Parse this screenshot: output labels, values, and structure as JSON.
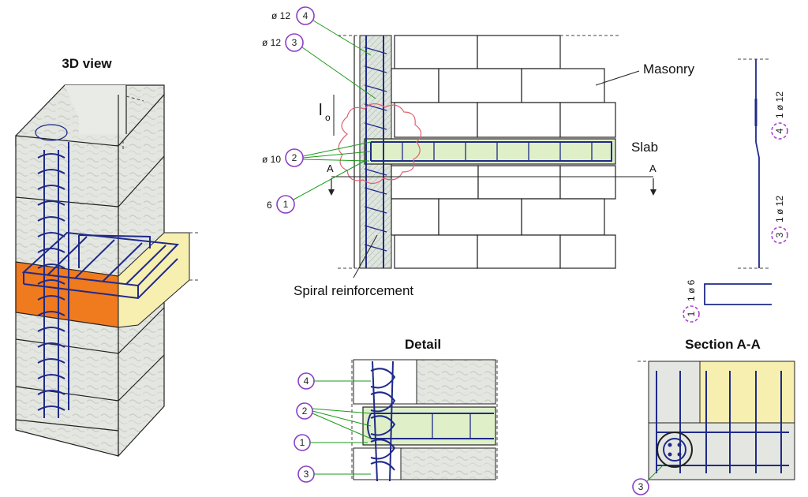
{
  "titles": {
    "view3d": "3D view",
    "detail": "Detail",
    "section": "Section A-A"
  },
  "labels": {
    "masonry": "Masonry",
    "slab": "Slab",
    "spiral": "Spiral reinforcement",
    "lo_base": "l",
    "lo_sub": "o",
    "section_mark_left": "A",
    "section_mark_right": "A"
  },
  "callouts_main": [
    {
      "id": "4",
      "size": "ø 12"
    },
    {
      "id": "3",
      "size": "ø 12"
    },
    {
      "id": "2",
      "size": "ø 10"
    },
    {
      "id": "1",
      "size": "6"
    }
  ],
  "bar_schedule": [
    {
      "id": "4",
      "label": "1 ø 12"
    },
    {
      "id": "3",
      "label": "1 ø 12"
    },
    {
      "id": "1",
      "label": "1 ø 6"
    }
  ],
  "detail_callouts": [
    "4",
    "2",
    "1",
    "3"
  ],
  "section_callouts": [
    "3"
  ],
  "colors": {
    "rebar": "#1f2a8a",
    "slab_orange": "#f07a1e",
    "slab_green": "#dff0c8",
    "slab_yellow": "#f7efb0",
    "callout": "#8a3fc4",
    "leader": "#1a9a1a",
    "cloud": "#e06070"
  }
}
